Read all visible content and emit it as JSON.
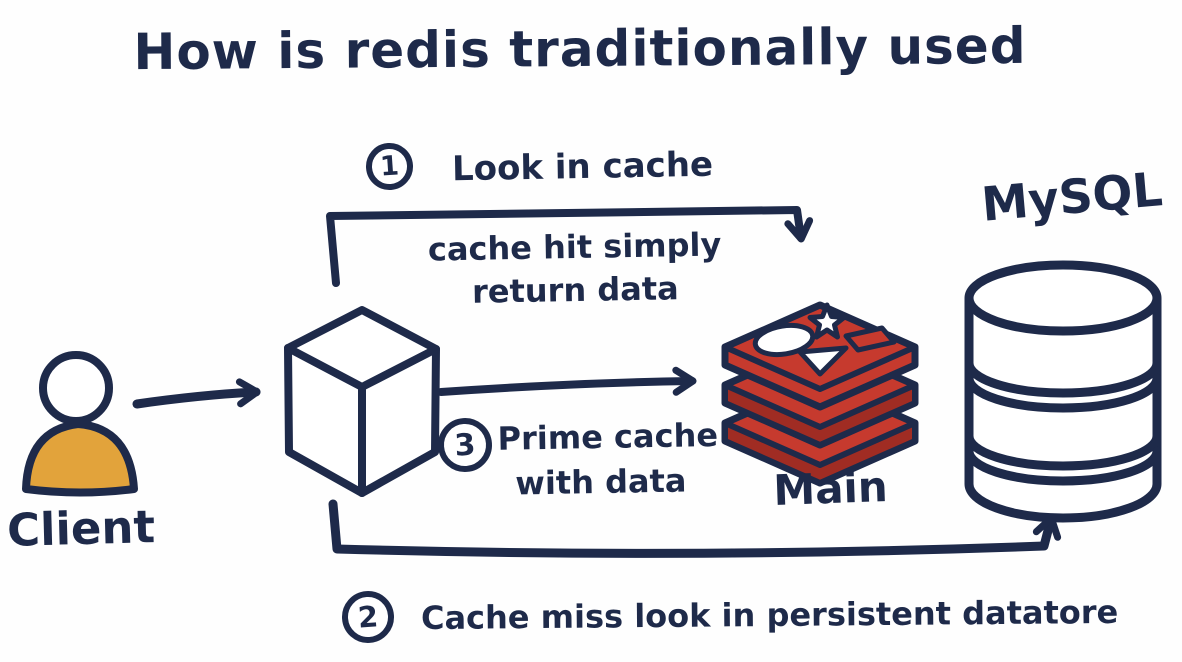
{
  "title": "How is redis traditionally used",
  "colors": {
    "ink": "#1e2a4a",
    "redis_red": "#c63a2e",
    "redis_red_dark": "#a02c23",
    "client_orange": "#e2a33b",
    "background": "#fefefe"
  },
  "nodes": {
    "client": {
      "label": "Client"
    },
    "redis": {
      "label": "Main"
    },
    "mysql": {
      "label": "MySQL"
    }
  },
  "steps": [
    {
      "number": "1",
      "label": "Look in cache"
    },
    {
      "number": "2",
      "label": "Cache miss look in persistent datatore"
    },
    {
      "number": "3",
      "label_line1": "Prime cache",
      "label_line2": "with data"
    }
  ],
  "notes": {
    "cache_hit_line1": "cache hit simply",
    "cache_hit_line2": "return data"
  }
}
